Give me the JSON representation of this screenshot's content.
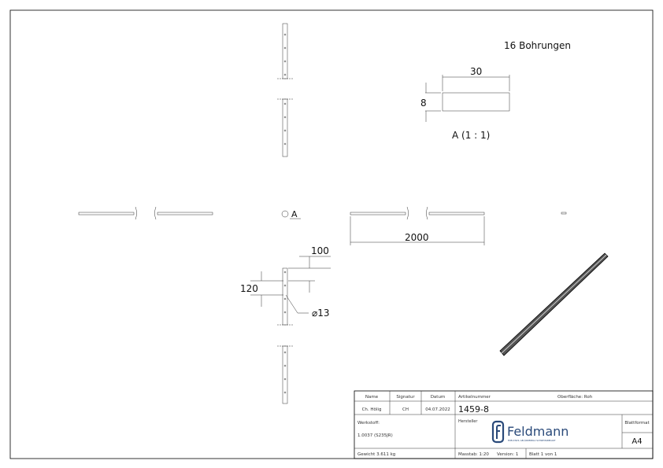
{
  "drawing": {
    "note": "16 Bohrungen",
    "detail_label": "A (1 : 1)",
    "section_marker": "A",
    "dimensions": {
      "width": "30",
      "thickness": "8",
      "length": "2000",
      "first_hole": "100",
      "pitch": "120",
      "hole_diameter": "⌀13"
    }
  },
  "title_block": {
    "headers": {
      "name": "Name",
      "signature": "Signatur",
      "date": "Datum"
    },
    "name": "Ch. Hölig",
    "signature": "CH",
    "date": "04.07.2022",
    "article_label": "Artikelnummer",
    "article_number": "1459-8",
    "surface": "Oberfläche:  Roh",
    "material_label": "Werkstoff:",
    "material": "1.0037 (S235JR)",
    "manufacturer_label": "Hersteller",
    "logo_text": "Feldmann",
    "logo_tagline": "EDELSTAHL GELÄNDERBAU SCHWEISSBEDARF",
    "format_label": "Blattformat",
    "format": "A4",
    "weight": "Gewicht 3.611 kg",
    "scale": "Masstab: 1:20",
    "version": "Version: 1",
    "sheet": "Blatt 1 von 1"
  },
  "colors": {
    "logo": "#2a4a7a",
    "line": "#000000"
  }
}
